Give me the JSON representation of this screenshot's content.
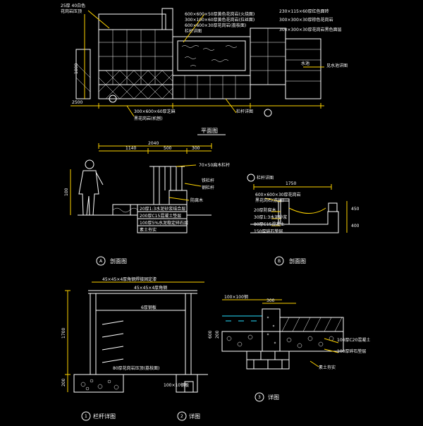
{
  "colors": {
    "background": "#000000",
    "line_white": "#ffffff",
    "line_yellow": "#ffd400",
    "line_green": "#3cff3c",
    "line_cyan": "#29e0ff",
    "line_red": "#ff3030"
  },
  "plan": {
    "title": "平面图",
    "labels": [
      "25厚 40白色",
      "花岗岩压顶",
      "600×600×50厚黄色花岗岩(火烧面)",
      "300×100×60厚黄色花岗岩(拉丝面)",
      "600×600×30厚花岗岩(荔枝面)",
      "栏杆详图",
      "230×115×60厚红色面砖",
      "300×300×30厚棕色花岗岩",
      "300×300×30厚花岗岩黑色面层",
      "水池",
      "见水池详图",
      "300×600×60厚芝麻",
      "黑花岗岩(机刨)",
      "栏杆详图"
    ],
    "dims": [
      "2500",
      "1000"
    ]
  },
  "section_a": {
    "caption": "剖面图",
    "marker": "A",
    "labels": [
      "70×50扁木栏杆",
      "铁栏杆",
      "钢栏杆",
      "防腐木",
      "20厚1:3水泥砂浆结合层",
      "200厚C15混凝土垫层",
      "100厚5%水泥稳定碎石层",
      "素土夯实"
    ],
    "dims": [
      "2040",
      "1140",
      "500",
      "300",
      "100"
    ]
  },
  "section_b": {
    "caption": "剖面图",
    "marker": "B",
    "labels": [
      "栏杆详图",
      "600×600×30厚花岗岩",
      "黑花岗石(荔枝)",
      "20厚防腐木",
      "30厚1:3水泥砂浆",
      "80厚C15混凝土",
      "150厚碎石垫层"
    ],
    "dims": [
      "1750",
      "450",
      "400"
    ]
  },
  "railing": {
    "caption": "栏杆详图",
    "marker": "1",
    "labels": [
      "45×45×4厚角钢焊接固定漆",
      "45×45×4厚角钢",
      "6厚钢板",
      "80厚花岗岩压顶(荔枝面)",
      "100×10钢板"
    ],
    "dims": [
      "1700",
      "600",
      "200"
    ]
  },
  "detail_2": {
    "caption": "详图",
    "marker": "2"
  },
  "detail_3": {
    "caption": "详图",
    "marker": "3",
    "labels": [
      "100×100钢",
      "100厚C20混凝土",
      "100厚碎石垫层",
      "素土夯实"
    ],
    "dims": [
      "300",
      "200"
    ]
  }
}
